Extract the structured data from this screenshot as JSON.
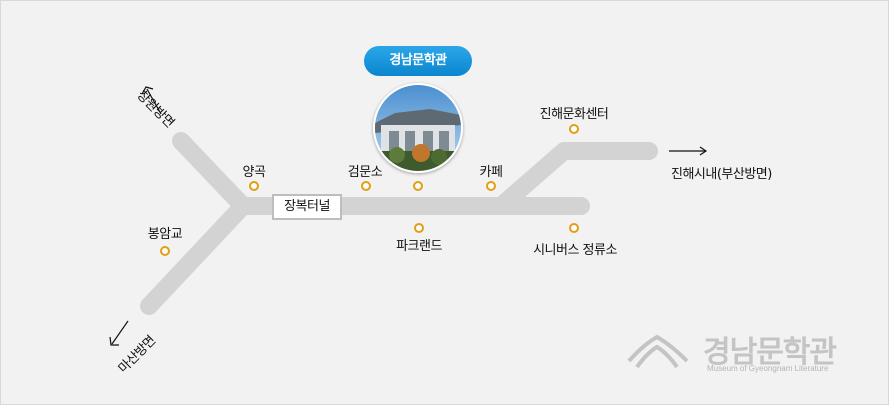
{
  "museum": {
    "name": "경남문학관",
    "icon": "museum-building-photo"
  },
  "places": {
    "yanggok": "양곡",
    "geommunso": "검문소",
    "cafe": "카페",
    "jinhae_culture_center": "진해문화센터",
    "bongamgyo": "봉암교",
    "parkland": "파크랜드",
    "senior_bus_stop": "시니버스 정류소"
  },
  "tunnel": {
    "label": "장복터널"
  },
  "directions": {
    "changwon": "창원방면",
    "masan": "마산방면",
    "jinhae": "진해시내(부산방면)"
  },
  "logo": {
    "name": "경남문학관",
    "subtitle": "Museum of Gyeongnam Literature",
    "icon": "mountain-wave-logo-icon"
  },
  "colors": {
    "road": "#d3d3d3",
    "marker": "#e39e14",
    "accent": "#1a9ae0",
    "background": "#f2f2f2"
  }
}
